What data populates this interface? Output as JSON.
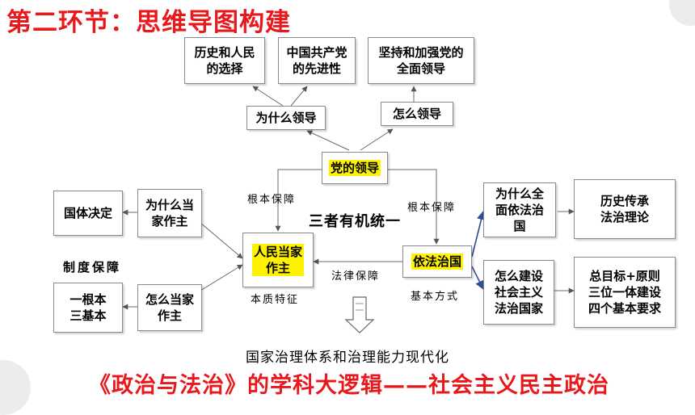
{
  "title": "第二环节：思维导图构建",
  "nodes": {
    "history_choice": "历史和人民\n的选择",
    "party_advanced": "中国共产党\n的先进性",
    "uphold_leadership": "坚持和加强党的\n全面领导",
    "why_lead": "为什么领导",
    "how_lead": "怎么领导",
    "party_leadership": "党的领导",
    "state_nature": "国体决定",
    "why_masters": "为什么当\n家作主",
    "people_masters": "人民当家\n作主",
    "one_root": "一根本\n三基本",
    "how_masters": "怎么当家\n作主",
    "rule_of_law": "依法治国",
    "why_rule_law": "为什么全\n面依法治\n国",
    "history_theory": "历史传承\n法治理论",
    "how_build": "怎么建设\n社会主义\n法治国家",
    "goals": "总目标+原则\n三位一体建设\n四个基本要求"
  },
  "labels": {
    "basic_guarantee_left": "根本保障",
    "basic_guarantee_right": "根本保障",
    "legal_guarantee": "法律保障",
    "essential_feature": "本质特征",
    "basic_method": "基本方式",
    "organic_unity": "三者有机统一",
    "system_guarantee": "制度保障"
  },
  "bottom_line": "国家治理体系和治理能力现代化",
  "bottom_title": "《政治与法治》的学科大逻辑——社会主义民主政治",
  "colors": {
    "accent_red": "#e8191c",
    "highlight_yellow": "#fff200",
    "arrow_blue": "#2e4d9a"
  }
}
